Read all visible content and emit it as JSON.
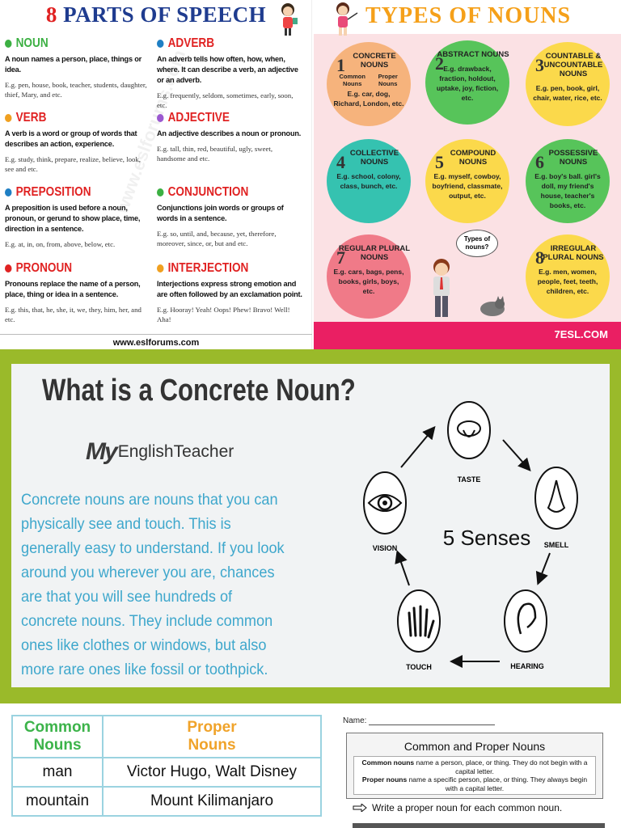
{
  "parts_of_speech": {
    "title_num": "8",
    "title_rest": "PARTS OF SPEECH",
    "website": "www.eslforums.com",
    "watermark": "www.eslforums.com",
    "items": [
      {
        "name": "NOUN",
        "color": "#3cb043",
        "dot": "#3cb043",
        "desc": "A noun names a person, place, things or idea.",
        "ex": "E.g. pen, house, book, teacher, students, daughter, thief, Mary, and etc."
      },
      {
        "name": "ADVERB",
        "color": "#e02222",
        "dot": "#1f7fc4",
        "desc": "An adverb tells how often, how, when, where. It can describe a verb, an adjective or an adverb.",
        "ex": "E.g. frequently, seldom, sometimes, early, soon, etc."
      },
      {
        "name": "VERB",
        "color": "#e02222",
        "dot": "#f0a020",
        "desc": "A verb is a word or group of words that describes an action, experience.",
        "ex": "E.g. study, think, prepare, realize, believe, look, see and etc."
      },
      {
        "name": "ADJECTIVE",
        "color": "#e02222",
        "dot": "#9b59d0",
        "desc": "An adjective describes a noun or pronoun.",
        "ex": "E.g. tall, thin, red, beautiful, ugly, sweet, handsome and etc."
      },
      {
        "name": "PREPOSITION",
        "color": "#e02222",
        "dot": "#1f7fc4",
        "desc": "A preposition is used before a noun, pronoun, or gerund to show place, time, direction in a sentence.",
        "ex": "E.g. at, in, on, from, above, below, etc."
      },
      {
        "name": "CONJUNCTION",
        "color": "#e02222",
        "dot": "#3cb043",
        "desc": "Conjunctions join words or groups of words in a sentence.",
        "ex": "E.g. so, until, and, because, yet, therefore, moreover, since, or, but and etc."
      },
      {
        "name": "PRONOUN",
        "color": "#e02222",
        "dot": "#e02222",
        "desc": "Pronouns replace the name of a person, place, thing or idea in a sentence.",
        "ex": "E.g. this, that, he, she, it, we, they, him, her, and etc."
      },
      {
        "name": "INTERJECTION",
        "color": "#e02222",
        "dot": "#f0a020",
        "desc": "Interjections express strong emotion and are often followed by an exclamation point.",
        "ex": "E.g. Hooray! Yeah! Oops! Phew! Bravo! Well! Aha!"
      }
    ]
  },
  "types_of_nouns": {
    "title": "TYPES OF NOUNS",
    "brand": "7ESL.COM",
    "bubble": "Types of nouns?",
    "circles": [
      {
        "num": "1",
        "name": "CONCRETE NOUNS",
        "sub_a": "Common Nouns",
        "sub_b": "Proper Nouns",
        "ex": "E.g. car, dog, Richard, London, etc.",
        "color": "orange"
      },
      {
        "num": "2",
        "name": "ABSTRACT NOUNS",
        "ex": "E.g. drawback, fraction, holdout, uptake, joy, fiction, etc.",
        "color": "green"
      },
      {
        "num": "3",
        "name": "COUNTABLE & UNCOUNTABLE NOUNS",
        "ex": "E.g. pen, book, girl, chair, water, rice, etc.",
        "color": "yellow"
      },
      {
        "num": "4",
        "name": "COLLECTIVE NOUNS",
        "ex": "E.g. school, colony, class, bunch, etc.",
        "color": "teal"
      },
      {
        "num": "5",
        "name": "COMPOUND NOUNS",
        "ex": "E.g. myself, cowboy, boyfriend, classmate, output, etc.",
        "color": "yellow"
      },
      {
        "num": "6",
        "name": "POSSESSIVE NOUNS",
        "ex": "E.g. boy's ball. girl's doll, my friend's house, teacher's books, etc.",
        "color": "green"
      },
      {
        "num": "7",
        "name": "REGULAR PLURAL NOUNS",
        "ex": "E.g. cars, bags, pens, books, girls, boys, etc.",
        "color": "pink"
      },
      {
        "num": "8",
        "name": "IRREGULAR PLURAL NOUNS",
        "ex": "E.g. men, women, people, feet, teeth, children, etc.",
        "color": "yellow"
      }
    ]
  },
  "concrete": {
    "heading": "What is a Concrete Noun?",
    "logo_my": "My",
    "logo_rest": "EnglishTeacher",
    "paragraph": "Concrete nouns are nouns that you can physically see and touch. This is generally easy to understand. If you look around you wherever you are, chances are that you will see hundreds of concrete nouns. They include common ones like clothes or windows, but also more rare ones like fossil or toothpick.",
    "center": "5 Senses",
    "senses": [
      "TASTE",
      "SMELL",
      "HEARING",
      "TOUCH",
      "VISION"
    ]
  },
  "table": {
    "head_common_1": "Common",
    "head_common_2": "Nouns",
    "head_proper_1": "Proper",
    "head_proper_2": "Nouns",
    "rows": [
      {
        "common": "man",
        "proper": "Victor Hugo, Walt Disney"
      },
      {
        "common": "mountain",
        "proper": "Mount Kilimanjaro"
      }
    ]
  },
  "worksheet": {
    "name_label": "Name:",
    "title": "Common and Proper Nouns",
    "common_term": "Common nouns",
    "common_def": "name a person, place, or thing.  They do not begin with a capital letter.",
    "proper_term": "Proper nouns",
    "proper_def": "name a specific person, place, or thing.  They always begin with a capital letter.",
    "instruction": "Write a proper noun for each common noun."
  }
}
